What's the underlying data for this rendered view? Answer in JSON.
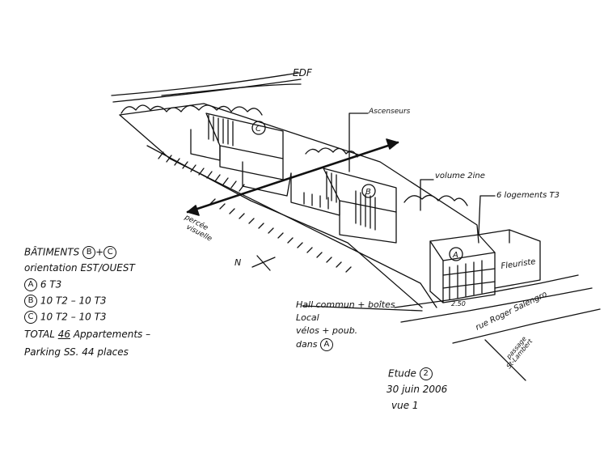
{
  "labels": {
    "edf": "EDF",
    "ascenseurs": "Ascenseurs",
    "volume": "volume 2ine",
    "logements": "6 logements T3",
    "percee_1": "percée",
    "percee_2": "visuelle",
    "north": "N",
    "fleuriste": "Fleuriste",
    "rue": "rue Roger Salengro",
    "passage_1": "passage",
    "passage_2": "St-Lambert",
    "building_a": "A",
    "building_b": "B",
    "building_c": "C",
    "dimension": "2.50"
  },
  "notes": {
    "batiments": "BÂTIMENTS",
    "batiments_b": "B",
    "batiments_plus": "+",
    "batiments_c": "C",
    "orientation": "orientation EST/OUEST",
    "line_a_badge": "A",
    "line_a_text": "6 T3",
    "line_b_badge": "B",
    "line_b_text": "10 T2 – 10 T3",
    "line_c_badge": "C",
    "line_c_text": "10 T2 – 10 T3",
    "total_1": "TOTAL",
    "total_num": "46",
    "total_2": "Appartements –",
    "parking": "Parking SS. 44 places",
    "hall_1": "Hall commun + boîtes",
    "hall_2": "Local",
    "hall_3": "vélos + poub.",
    "hall_4": "dans",
    "hall_badge": "A",
    "etude": "Etude",
    "etude_badge": "2",
    "date": "30 juin 2006",
    "vue": "vue 1"
  }
}
